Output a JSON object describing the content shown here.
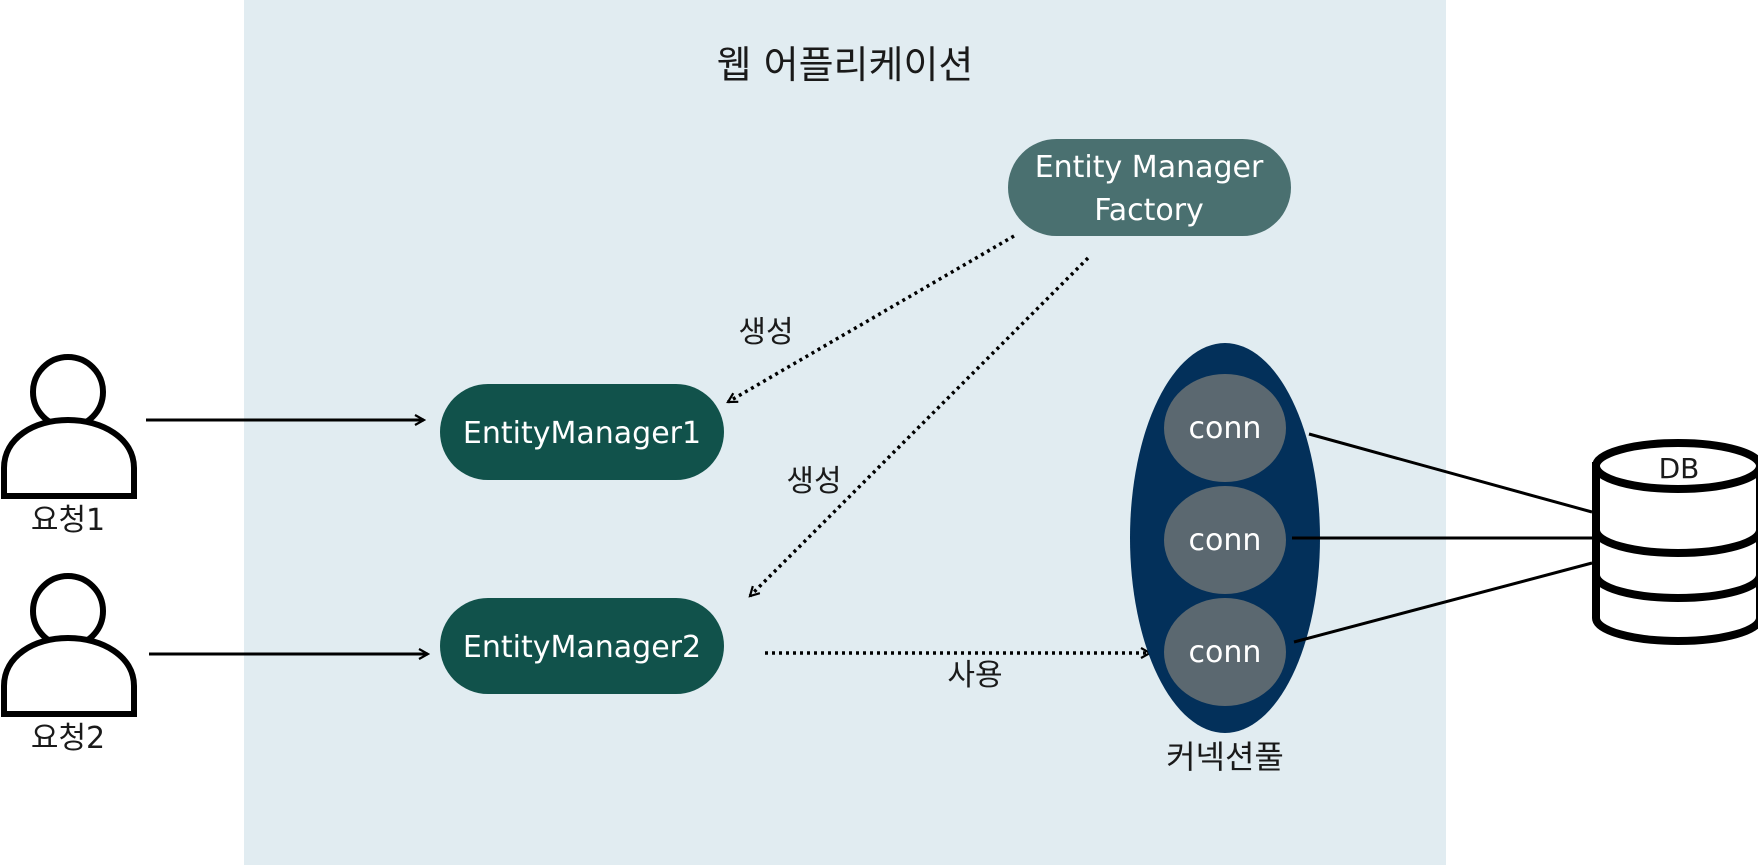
{
  "app": {
    "title": "웹 어플리케이션"
  },
  "users": [
    {
      "label": "요청1"
    },
    {
      "label": "요청2"
    }
  ],
  "factory": {
    "line1": "Entity Manager",
    "line2": "Factory"
  },
  "managers": [
    {
      "label": "EntityManager1"
    },
    {
      "label": "EntityManager2"
    }
  ],
  "edges": {
    "create_1": "생성",
    "create_2": "생성",
    "use": "사용"
  },
  "pool": {
    "label": "커넥션풀",
    "connections": [
      "conn",
      "conn",
      "conn"
    ]
  },
  "database": {
    "label": "DB"
  },
  "colors": {
    "app_background": "#e1ecf1",
    "factory_fill": "#4a7070",
    "manager_fill": "#11524b",
    "pool_fill": "#03305a",
    "conn_fill": "#5b6870"
  }
}
